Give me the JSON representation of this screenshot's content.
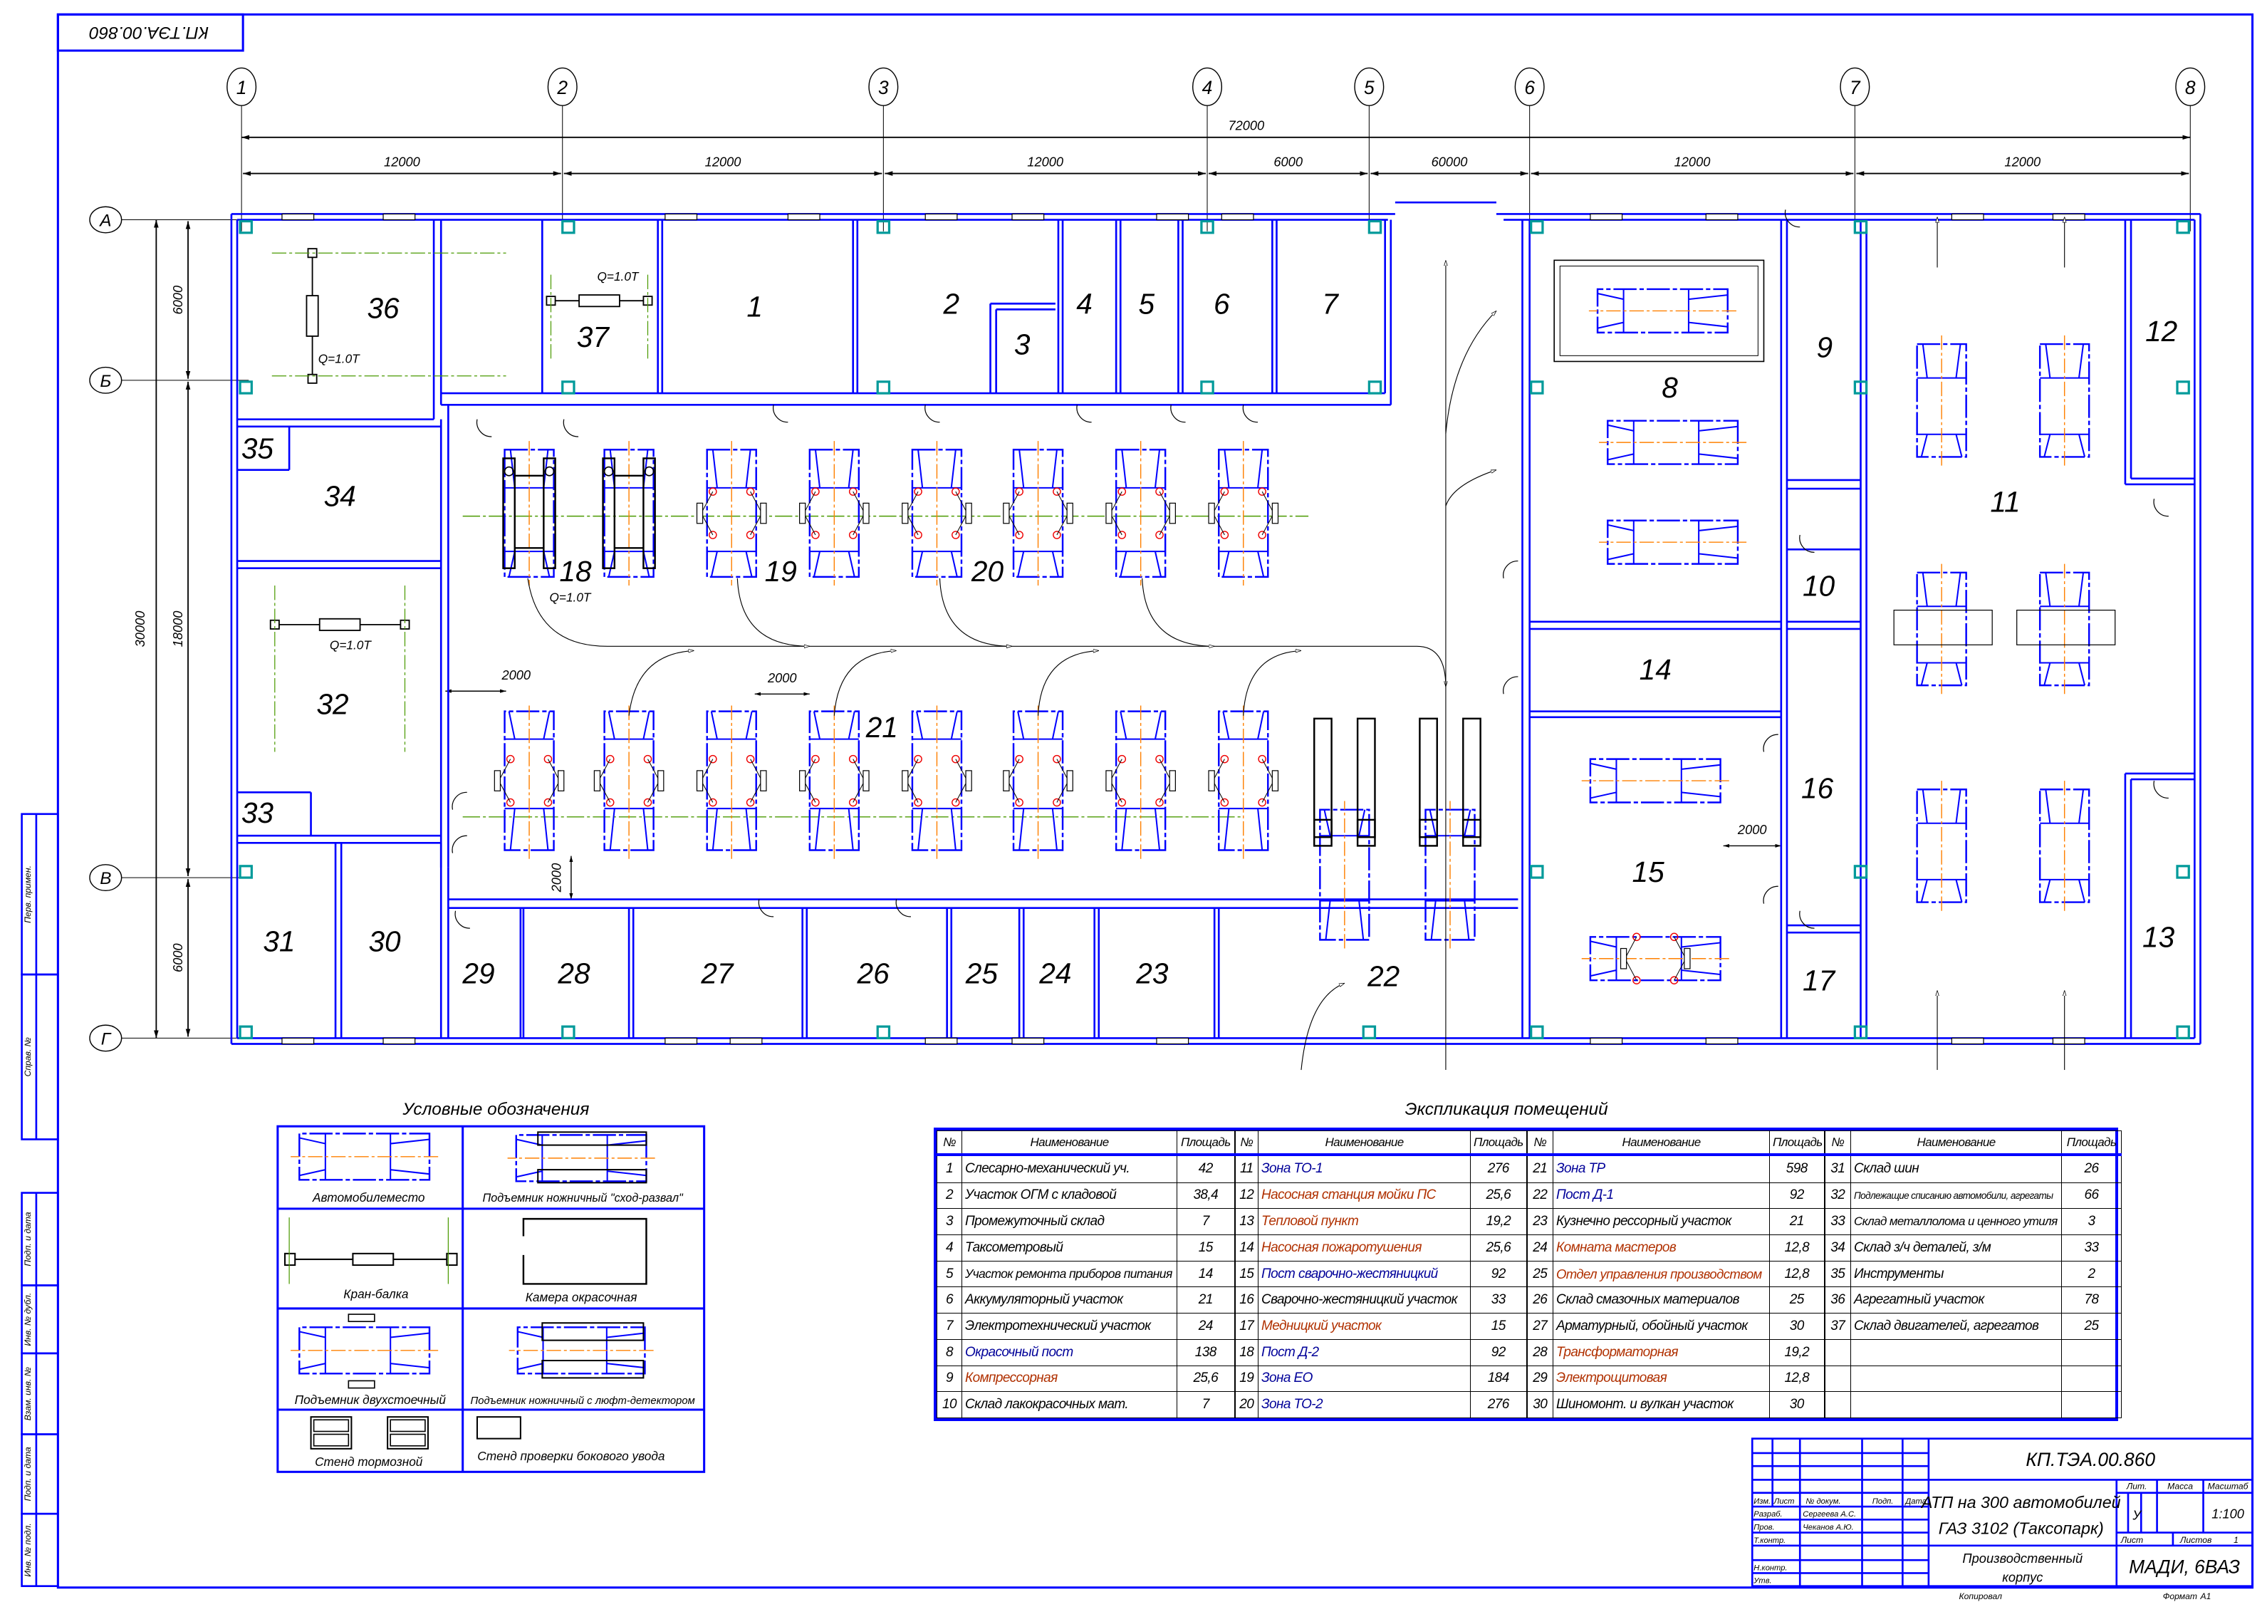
{
  "stamp_top": "КП.ТЭА.00.860",
  "axes": {
    "columns": [
      "1",
      "2",
      "3",
      "4",
      "5",
      "6",
      "7",
      "8"
    ],
    "rows": [
      "А",
      "Б",
      "В",
      "Г"
    ]
  },
  "dimensions": {
    "total": "72000",
    "spans": [
      "12000",
      "12000",
      "12000",
      "6000",
      "60000",
      "12000",
      "12000"
    ],
    "left_total": "30000",
    "left_spans": [
      "6000",
      "18000",
      "6000"
    ],
    "clearance": "2000"
  },
  "crane_label": "Q=1.0T",
  "rooms": [
    "1",
    "2",
    "3",
    "4",
    "5",
    "6",
    "7",
    "8",
    "9",
    "10",
    "11",
    "12",
    "13",
    "14",
    "15",
    "16",
    "17",
    "18",
    "19",
    "20",
    "21",
    "22",
    "23",
    "24",
    "25",
    "26",
    "27",
    "28",
    "29",
    "30",
    "31",
    "32",
    "33",
    "34",
    "35",
    "36",
    "37"
  ],
  "legend": {
    "title": "Условные обозначения",
    "items": [
      "Автомобилеместо",
      "Подъемник ножничный \"сход-развал\"",
      "Кран-балка",
      "Камера окрасочная",
      "Подъемник двухстоечный",
      "Подъемник ножничный с люфт-детектором",
      "Стенд тормозной",
      "Стенд проверки бокового увода"
    ]
  },
  "explication": {
    "title": "Экспликация помещений",
    "headers": {
      "num": "№",
      "name": "Наименование",
      "area": "Площадь"
    },
    "colors": {
      "black": "#000000",
      "blue": "#000099",
      "red": "#b03000"
    },
    "rows": [
      {
        "num": "1",
        "name": "Слесарно-механический уч.",
        "area": "42",
        "tone": "black"
      },
      {
        "num": "2",
        "name": "Участок ОГМ с кладовой",
        "area": "38,4",
        "tone": "black"
      },
      {
        "num": "3",
        "name": "Промежуточный склад",
        "area": "7",
        "tone": "black"
      },
      {
        "num": "4",
        "name": "Таксометровый",
        "area": "15",
        "tone": "black"
      },
      {
        "num": "5",
        "name": "Участок ремонта приборов питания",
        "area": "14",
        "tone": "black"
      },
      {
        "num": "6",
        "name": "Аккумуляторный участок",
        "area": "21",
        "tone": "black"
      },
      {
        "num": "7",
        "name": "Электротехнический участок",
        "area": "24",
        "tone": "black"
      },
      {
        "num": "8",
        "name": "Окрасочный пост",
        "area": "138",
        "tone": "blue"
      },
      {
        "num": "9",
        "name": "Компрессорная",
        "area": "25,6",
        "tone": "red"
      },
      {
        "num": "10",
        "name": "Склад лакокрасочных мат.",
        "area": "7",
        "tone": "black"
      },
      {
        "num": "11",
        "name": "Зона ТО-1",
        "area": "276",
        "tone": "blue"
      },
      {
        "num": "12",
        "name": "Насосная станция мойки ПС",
        "area": "25,6",
        "tone": "red"
      },
      {
        "num": "13",
        "name": "Тепловой пункт",
        "area": "19,2",
        "tone": "red"
      },
      {
        "num": "14",
        "name": "Насосная пожаротушения",
        "area": "25,6",
        "tone": "red"
      },
      {
        "num": "15",
        "name": "Пост сварочно-жестяницкий",
        "area": "92",
        "tone": "blue"
      },
      {
        "num": "16",
        "name": "Сварочно-жестяницкий участок",
        "area": "33",
        "tone": "black"
      },
      {
        "num": "17",
        "name": "Медницкий участок",
        "area": "15",
        "tone": "red"
      },
      {
        "num": "18",
        "name": "Пост Д-2",
        "area": "92",
        "tone": "blue"
      },
      {
        "num": "19",
        "name": "Зона ЕО",
        "area": "184",
        "tone": "blue"
      },
      {
        "num": "20",
        "name": "Зона ТО-2",
        "area": "276",
        "tone": "blue"
      },
      {
        "num": "21",
        "name": "Зона ТР",
        "area": "598",
        "tone": "blue"
      },
      {
        "num": "22",
        "name": "Пост Д-1",
        "area": "92",
        "tone": "blue"
      },
      {
        "num": "23",
        "name": "Кузнечно рессорный участок",
        "area": "21",
        "tone": "black"
      },
      {
        "num": "24",
        "name": "Комната мастеров",
        "area": "12,8",
        "tone": "red"
      },
      {
        "num": "25",
        "name": "Отдел управления производством",
        "area": "12,8",
        "tone": "red"
      },
      {
        "num": "26",
        "name": "Склад смазочных материалов",
        "area": "25",
        "tone": "black"
      },
      {
        "num": "27",
        "name": "Арматурный, обойный участок",
        "area": "30",
        "tone": "black"
      },
      {
        "num": "28",
        "name": "Трансформаторная",
        "area": "19,2",
        "tone": "red"
      },
      {
        "num": "29",
        "name": "Электрощитовая",
        "area": "12,8",
        "tone": "red"
      },
      {
        "num": "30",
        "name": "Шиномонт. и вулкан участок",
        "area": "30",
        "tone": "black"
      },
      {
        "num": "31",
        "name": "Склад шин",
        "area": "26",
        "tone": "black"
      },
      {
        "num": "32",
        "name": "Подлежащие списанию автомобили, агрегаты",
        "area": "66",
        "tone": "black"
      },
      {
        "num": "33",
        "name": "Склад металлолома и ценного утиля",
        "area": "3",
        "tone": "black"
      },
      {
        "num": "34",
        "name": "Склад з/ч деталей, з/м",
        "area": "33",
        "tone": "black"
      },
      {
        "num": "35",
        "name": "Инструменты",
        "area": "2",
        "tone": "black"
      },
      {
        "num": "36",
        "name": "Агрегатный участок",
        "area": "78",
        "tone": "black"
      },
      {
        "num": "37",
        "name": "Склад двигателей, агрегатов",
        "area": "25",
        "tone": "black"
      }
    ]
  },
  "side_stamp": [
    "Перв. примен.",
    "Справ. №",
    "Подп. и дата",
    "Инв. № дубл.",
    "Взам. инв. №",
    "Подп. и дата",
    "Инв. № подл."
  ],
  "title_block": {
    "doc_number": "КП.ТЭА.00.860",
    "title_line1": "АТП на 300 автомобилей",
    "title_line2": "ГАЗ 3102 (Таксопарк)",
    "sheet_name_line1": "Производственный",
    "sheet_name_line2": "корпус",
    "organization": "МАДИ, 6ВАЗ",
    "col_headers": [
      "Изм.",
      "Лист",
      "№ докум.",
      "Подп.",
      "Дата"
    ],
    "roles": [
      "Разраб.",
      "Пров.",
      "Т.контр.",
      "Н.контр.",
      "Утв."
    ],
    "names": [
      "Сергеева А.С.",
      "Чеканов А.Ю."
    ],
    "lit_label": "Лит.",
    "mass_label": "Масса",
    "scale_label": "Масштаб",
    "lit_value": "У",
    "scale_value": "1:100",
    "sheet_label": "Лист",
    "sheets_label": "Листов",
    "sheets_value": "1",
    "copied_label": "Копировал",
    "format_label": "Формат",
    "format_value": "А1"
  }
}
